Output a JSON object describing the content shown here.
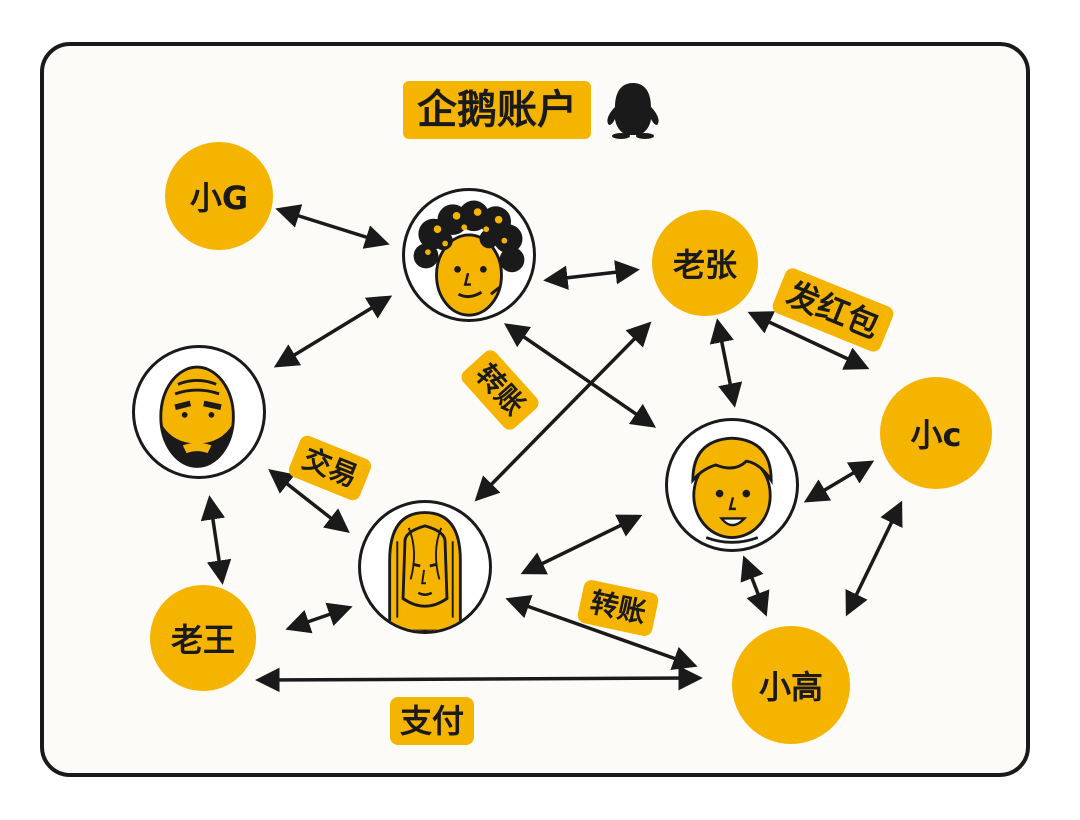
{
  "title": "企鹅账户",
  "title_icon": "penguin-icon",
  "nodes": {
    "xiao_g": "小G",
    "lao_zhang": "老张",
    "xiao_c": "小c",
    "lao_wang": "老王",
    "xiao_gao": "小高"
  },
  "avatars": [
    "curly-hair-person-avatar",
    "bald-bearded-man-avatar",
    "long-hair-woman-avatar",
    "short-hair-boy-avatar"
  ],
  "edge_labels": {
    "red_packet": "发红包",
    "transfer_1": "转账",
    "trade": "交易",
    "transfer_2": "转账",
    "payment": "支付"
  },
  "colors": {
    "accent": "#f5b400",
    "ink": "#1a1a1a",
    "background": "#fcfbf7"
  }
}
